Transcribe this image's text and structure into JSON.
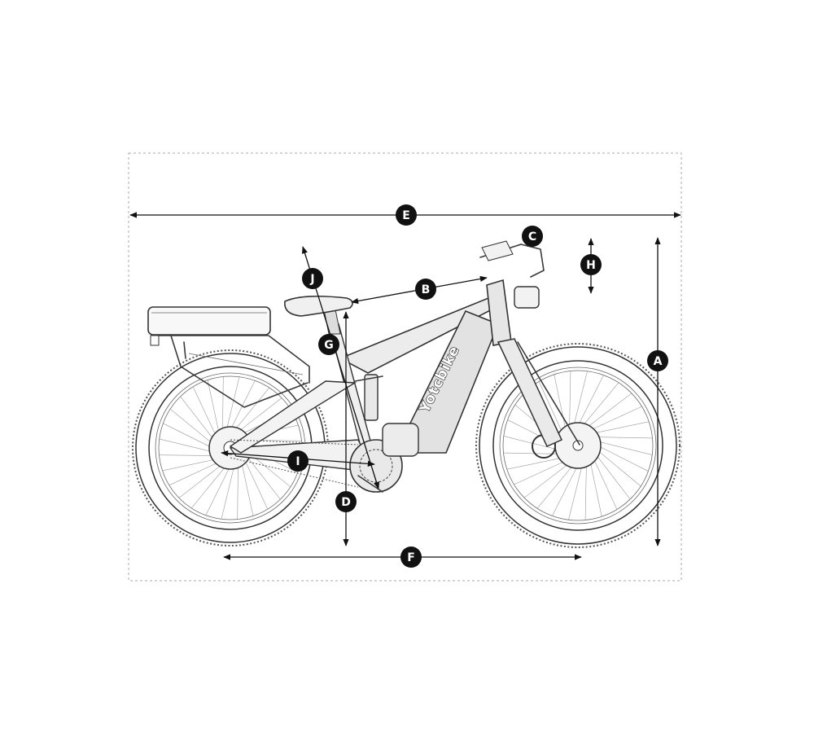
{
  "brand": "Yotcbike",
  "labels": {
    "A": "A",
    "B": "B",
    "C": "C",
    "D": "D",
    "E": "E",
    "F": "F",
    "G": "G",
    "H": "H",
    "I": "I",
    "J": "J"
  },
  "colors": {
    "line": "#111111",
    "badge": "#111111",
    "frame": "#dcdcdc"
  }
}
